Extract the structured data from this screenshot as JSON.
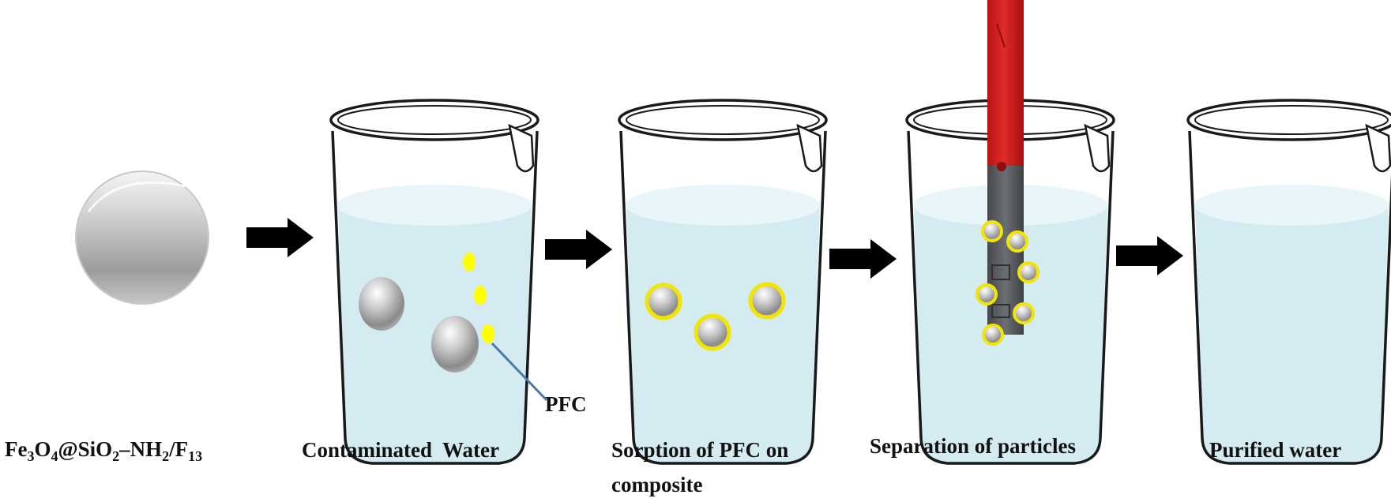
{
  "captions": {
    "material": {
      "parts": [
        {
          "t": "Fe"
        },
        {
          "t": "3",
          "sub": true
        },
        {
          "t": "O"
        },
        {
          "t": "4",
          "sub": true
        },
        {
          "t": "@SiO"
        },
        {
          "t": "2",
          "sub": true
        },
        {
          "t": "–NH"
        },
        {
          "t": "2",
          "sub": true
        },
        {
          "t": "/F"
        },
        {
          "t": "13",
          "sub": true
        }
      ]
    },
    "step1": "Contaminated  Water",
    "step2_line1": "Sorption of PFC on",
    "step2_line2": "composite",
    "step3": "Separation of particles",
    "step4": "Purified water"
  },
  "annotations": {
    "pfc_label": "PFC"
  },
  "colors": {
    "water": "#d4ebf2",
    "water_surface": "#e8f5f9",
    "pfc_particle": "#ffff00",
    "pfc_ring": "#f2e600",
    "magnet_red": "#d61f1f",
    "magnet_steel": "#5a5d62",
    "arrow": "#000000",
    "leader_line": "#4f79a8"
  },
  "icons": {
    "magnet": "bar-magnet-icon",
    "arrow": "right-arrow-icon",
    "beaker": "beaker-icon",
    "sphere": "nanoparticle-sphere-icon"
  }
}
